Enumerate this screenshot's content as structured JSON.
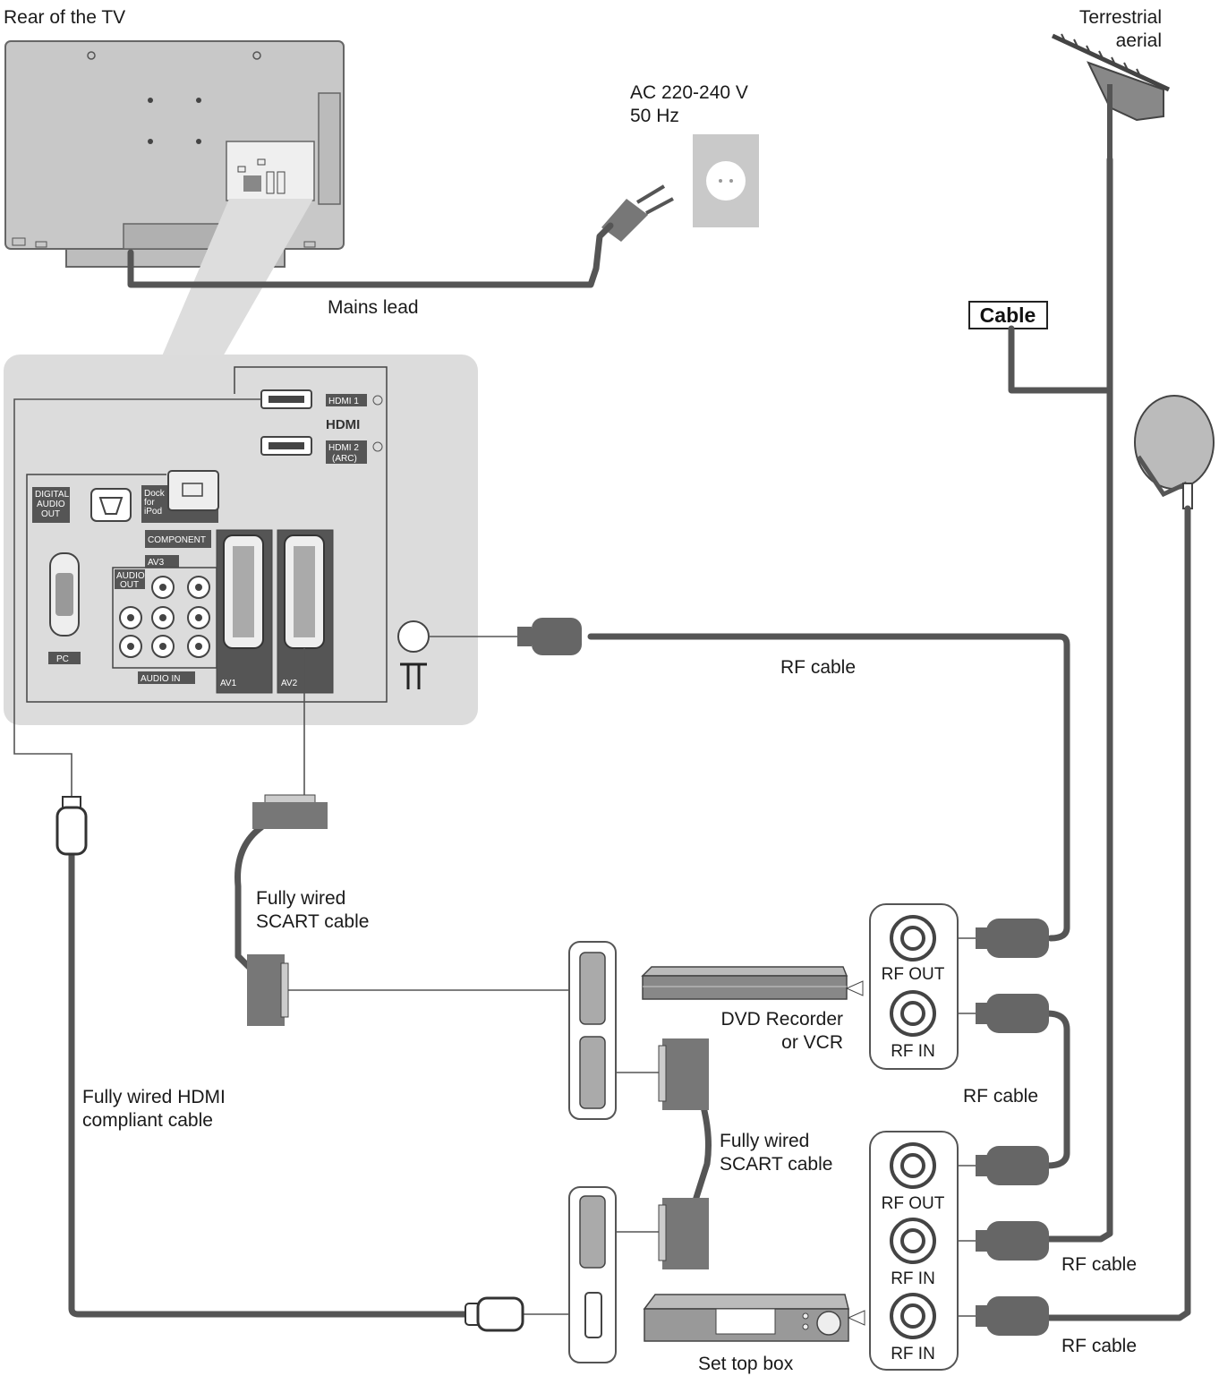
{
  "labels": {
    "rear_of_tv": "Rear of the TV",
    "terrestrial_line1": "Terrestrial",
    "terrestrial_line2": "aerial",
    "ac_line1": "AC 220-240 V",
    "ac_line2": "50 Hz",
    "mains_lead": "Mains lead",
    "cable_box": "Cable",
    "rf_cable_top": "RF cable",
    "rf_cable_mid": "RF cable",
    "rf_cable_low": "RF cable",
    "rf_cable_bottom": "RF cable",
    "scart_cable1_line1": "Fully wired",
    "scart_cable1_line2": "SCART cable",
    "scart_cable2_line1": "Fully wired",
    "scart_cable2_line2": "SCART cable",
    "hdmi_cable_line1": "Fully wired HDMI",
    "hdmi_cable_line2": "compliant cable",
    "dvd_line1": "DVD Recorder",
    "dvd_line2": "or VCR",
    "set_top_box": "Set top box"
  },
  "ports": {
    "dvd_rf_out": "RF OUT",
    "dvd_rf_in": "RF IN",
    "stb_rf_out": "RF OUT",
    "stb_rf_in1": "RF IN",
    "stb_rf_in2": "RF IN"
  },
  "panel": {
    "hdmi1": "HDMI 1",
    "hdmi_logo": "HDMI",
    "hdmi2": "HDMI 2",
    "hdmi2_arc": "(ARC)",
    "digital_audio_line1": "DIGITAL",
    "digital_audio_line2": "AUDIO",
    "digital_audio_line3": "OUT",
    "dock_line1": "Dock",
    "dock_line2": "for",
    "dock_line3": "iPod",
    "component": "COMPONENT",
    "av3": "AV3",
    "audio_out_line1": "AUDIO",
    "audio_out_line2": "OUT",
    "audio_in": "AUDIO IN",
    "pc": "PC",
    "av1": "AV1",
    "av2": "AV2"
  },
  "colors": {
    "cable": "#555555",
    "panel_bg": "#dcdcdc",
    "device_grey": "#9a9a9a"
  }
}
